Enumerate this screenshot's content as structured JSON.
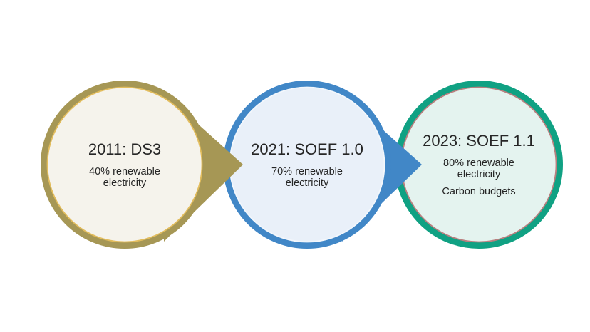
{
  "diagram": {
    "background_color": "#ffffff",
    "text_color": "#262626",
    "items": [
      {
        "title": "2011: DS3",
        "lines": [
          "40% renewable electricity"
        ],
        "border_color": "#a69755",
        "inner_stroke_color": "#e2bc5c",
        "fill_color": "#f5f3ec",
        "arrow_color": "#a69755",
        "has_arrow": true
      },
      {
        "title": "2021: SOEF 1.0",
        "lines": [
          "70% renewable electricity"
        ],
        "border_color": "#4187c7",
        "inner_stroke_color": "#f3f7fc",
        "fill_color": "#e9f0f9",
        "arrow_color": "#4187c7",
        "has_arrow": true
      },
      {
        "title": "2023: SOEF 1.1",
        "lines": [
          "80% renewable electricity",
          "Carbon budgets"
        ],
        "border_color": "#10a183",
        "inner_stroke_color": "#b97f7f",
        "fill_color": "#e4f3ef",
        "arrow_color": null,
        "has_arrow": false
      }
    ]
  }
}
